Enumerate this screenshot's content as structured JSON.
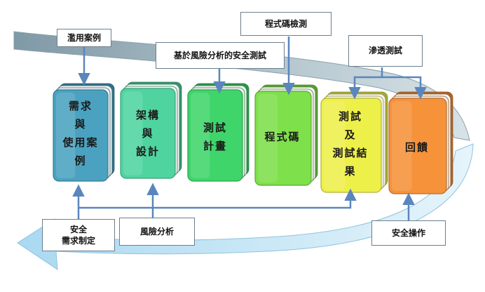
{
  "stages": [
    {
      "id": "requirements",
      "label": "需求\n與\n使用案\n例",
      "color": "#4aa2c0"
    },
    {
      "id": "architecture",
      "label": "架構\n與\n設計",
      "color": "#4fd4a0"
    },
    {
      "id": "test-plan",
      "label": "測試\n計畫",
      "color": "#3fd56a"
    },
    {
      "id": "code",
      "label": "程式碼",
      "color": "#7ee04a"
    },
    {
      "id": "test-results",
      "label": "測試\n及\n測試結\n果",
      "color": "#eef04a"
    },
    {
      "id": "feedback",
      "label": "回饋",
      "color": "#f5923a"
    }
  ],
  "activities": {
    "abuse_cases": "濫用案例",
    "risk_based_security_tests": "基於風險分析的安全測試",
    "code_review": "程式碼檢測",
    "penetration_testing": "滲透測試",
    "security_requirements": "安全\n需求制定",
    "risk_analysis": "風險分析",
    "security_operations": "安全操作"
  },
  "colors": {
    "upper_arrow": "#9fb3bd",
    "lower_arrow": "#c9e7f5",
    "connector": "#5a86bd"
  }
}
